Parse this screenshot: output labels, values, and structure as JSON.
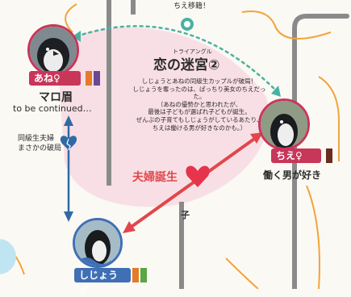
{
  "top_label": "ちえ移籍！",
  "center": {
    "ruby": "トライアングル",
    "title": "恋の迷宮②",
    "lines": [
      "しじょうとあねの同級生カップルが破局！",
      "しじょうを奪ったのは、ぱっちり美女のちえだった。",
      "（あねの優勢かと思われたが、",
      "最後は子どもが選ばれ子どもが誕生。",
      "ぜんぶの子育てもしじょうがしているあたり、",
      "ちえは働ける男が好きなのかも。）"
    ]
  },
  "people": {
    "ane": {
      "name": "あね♀",
      "caption": "マロ眉",
      "caption2": "to be continued…"
    },
    "chie": {
      "name": "ちえ♀",
      "caption": "働く男が好き"
    },
    "shijo": {
      "name": "しじょう♂"
    }
  },
  "left_note": [
    "同級生夫婦",
    "まさかの破局"
  ],
  "couple_label": "夫婦誕生",
  "child_label": "子",
  "colors": {
    "badge_red": "#c8365a",
    "badge_blue": "#3f6fb5",
    "tag_orange": "#e37b2a",
    "tag_purple": "#6d4796",
    "tag_green": "#5aa544",
    "tag_brown": "#6a2d1e",
    "arrow_red": "#e0474c",
    "pink_bg": "#f7dbe3",
    "heart": "#e5344b",
    "track_gray": "#8a8a8a",
    "line_blue": "#2f6aa5",
    "line_orange": "#f2a43a"
  }
}
